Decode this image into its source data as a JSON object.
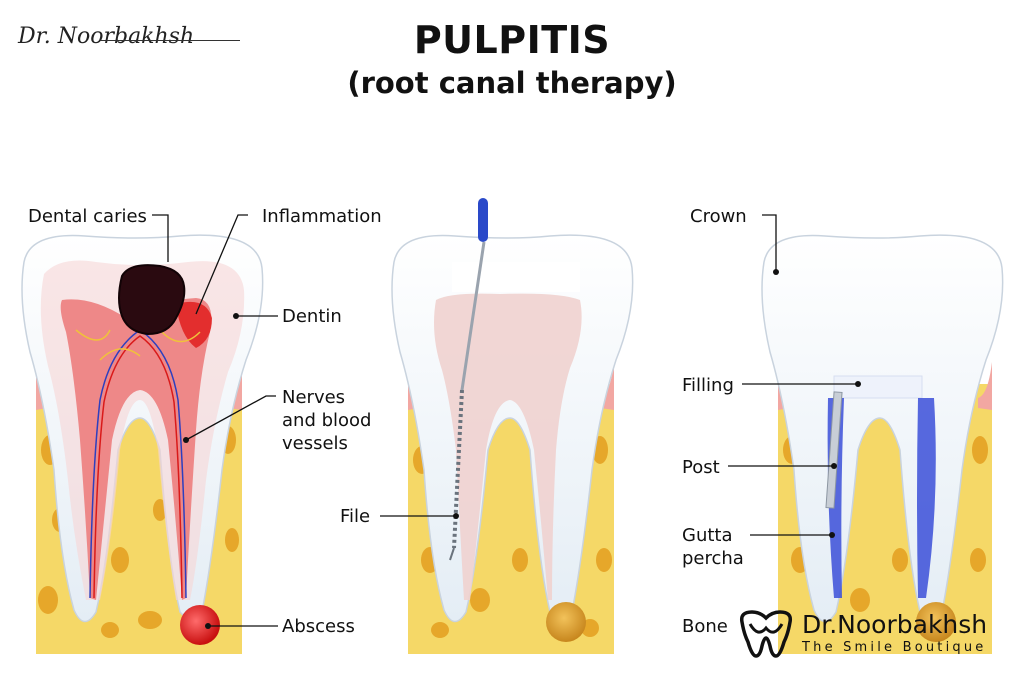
{
  "title": "PULPITIS",
  "subtitle": "(root canal therapy)",
  "signature": "Dr. Noorbakhsh",
  "labels": {
    "dental_caries": "Dental caries",
    "inflammation": "Inflammation",
    "dentin": "Dentin",
    "nerves_line1": "Nerves",
    "nerves_line2": "and blood",
    "nerves_line3": "vessels",
    "abscess": "Abscess",
    "file": "File",
    "crown": "Crown",
    "filling": "Filling",
    "post": "Post",
    "gutta_line1": "Gutta",
    "gutta_line2": "percha",
    "bone": "Bone"
  },
  "brand": {
    "name": "Dr.Noorbakhsh",
    "tagline": "The Smile Boutique",
    "icon": "tooth-logo-icon"
  },
  "colors": {
    "bone": "#f5d867",
    "bone_spots": "#e6a72a",
    "gum": "#f2a7a2",
    "enamel": "#f4f7fb",
    "pulp_inflamed": "#e23a3a",
    "gutta_percha": "#3b4fd8"
  }
}
